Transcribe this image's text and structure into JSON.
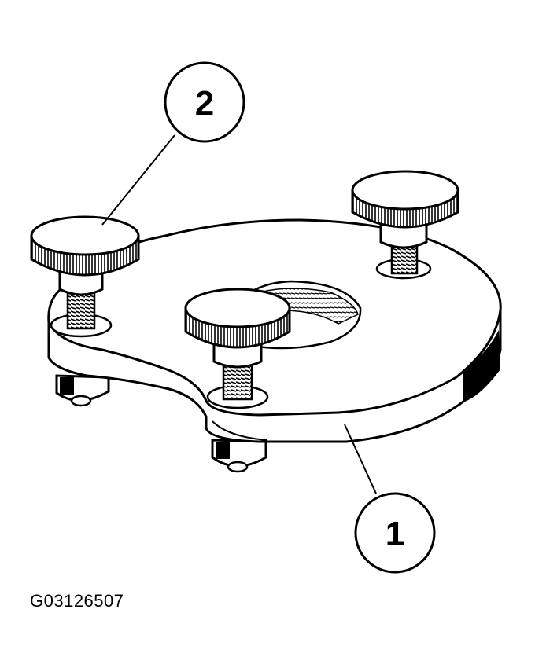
{
  "callouts": [
    {
      "id": "1",
      "label": "1"
    },
    {
      "id": "2",
      "label": "2"
    }
  ],
  "figure_code": "G03126507"
}
